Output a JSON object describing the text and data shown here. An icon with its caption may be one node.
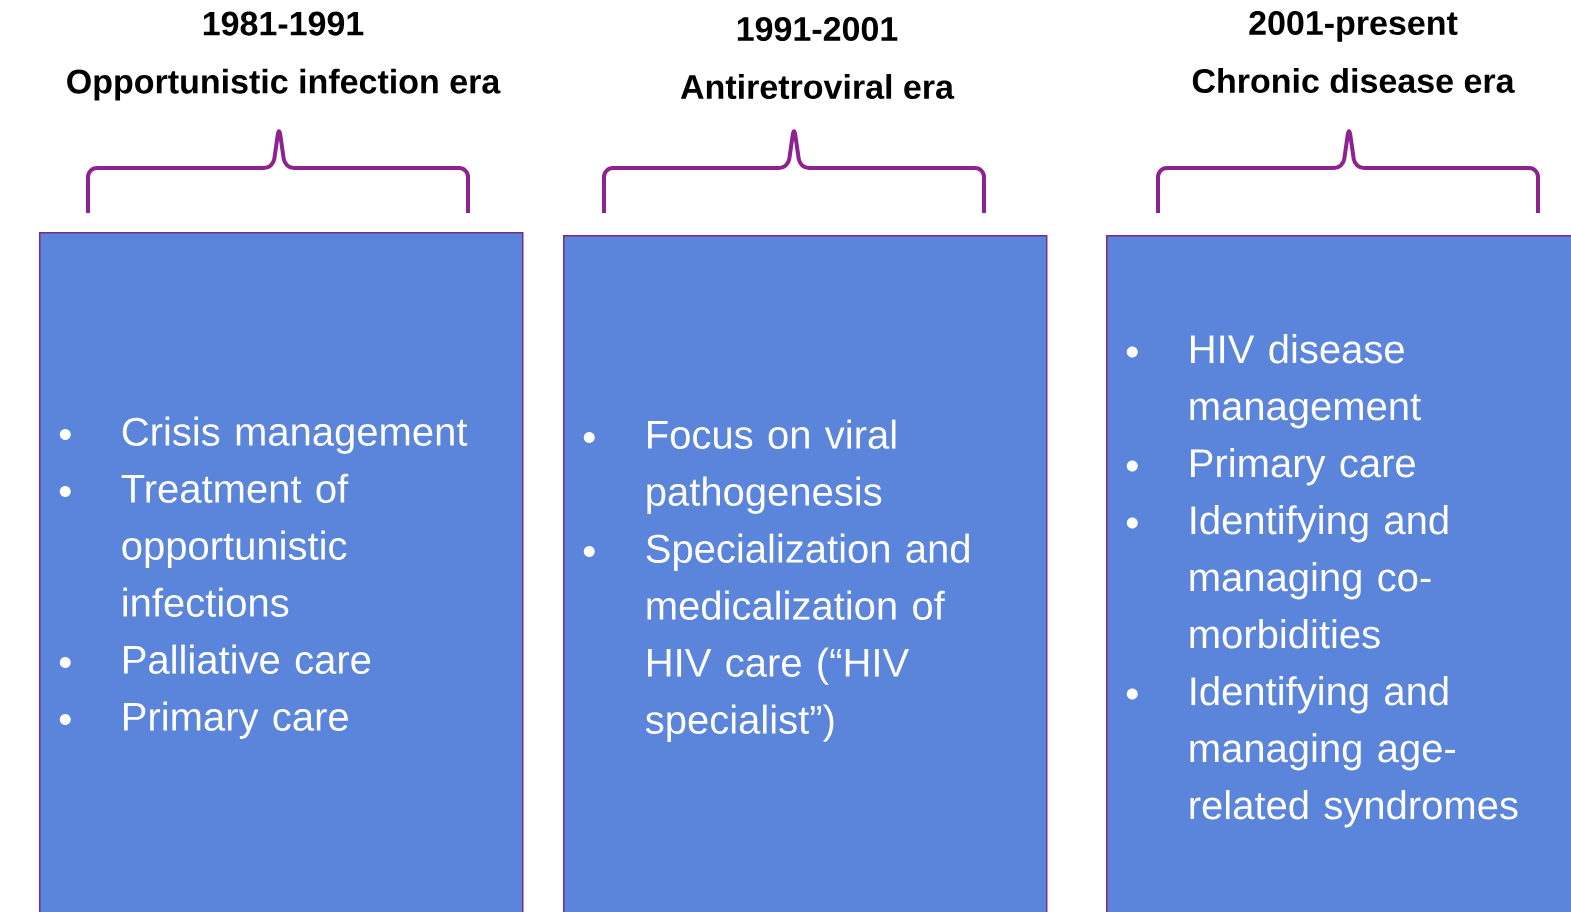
{
  "diagram": {
    "nodes": [
      {
        "text": [
          "1981-1991",
          "Opportunistic infection era"
        ]
      },
      {
        "text": [
          "Crisis management",
          "Treatment of opportunistic infections",
          "Palliative care",
          "Primary care"
        ]
      },
      {
        "text": [
          "1991-2001",
          "Antiretroviral era"
        ]
      },
      {
        "text": [
          "Focus on viral pathogenesis",
          "Specialization and medicalization of HIV care (“HIV specialist”)"
        ]
      },
      {
        "text": [
          "2001-present",
          "Chronic disease era"
        ]
      },
      {
        "text": [
          "HIV disease management",
          "Primary care",
          "Identifying and managing co-morbidities",
          "Identifying and managing age-related syndromes"
        ]
      }
    ]
  }
}
